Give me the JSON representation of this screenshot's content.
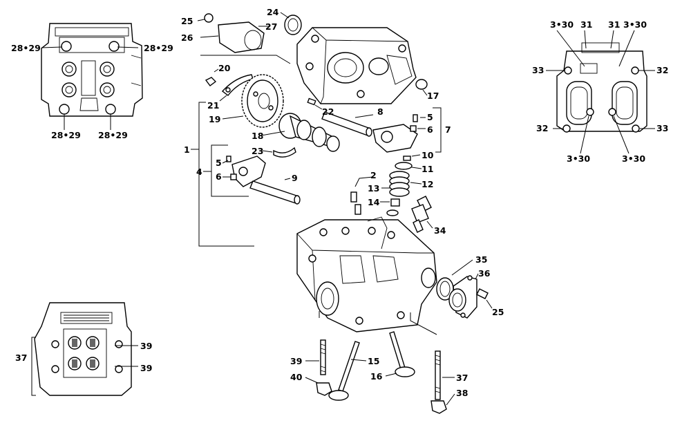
{
  "callouts": {
    "c1": "1",
    "c2": "2",
    "c4": "4",
    "c5a": "5",
    "c5b": "5",
    "c6a": "6",
    "c6b": "6",
    "c7": "7",
    "c8": "8",
    "c9": "9",
    "c10": "10",
    "c11": "11",
    "c12": "12",
    "c13": "13",
    "c14": "14",
    "c15": "15",
    "c16": "16",
    "c17": "17",
    "c18": "18",
    "c19": "19",
    "c20": "20",
    "c21": "21",
    "c22": "22",
    "c23": "23",
    "c24": "24",
    "c25a": "25",
    "c25b": "25",
    "c26": "26",
    "c27": "27",
    "c34": "34",
    "c35": "35",
    "c36": "36",
    "c37a": "37",
    "c37b": "37",
    "c38": "38",
    "c39a": "39",
    "c39b": "39",
    "c39c": "39",
    "c40": "40",
    "tl1": "28•29",
    "tl2": "28•29",
    "tl3": "28•29",
    "tl4": "28•29",
    "tr1": "3•30",
    "tr2": "3•30",
    "tr3": "3•30",
    "tr4": "3•30",
    "tr31a": "31",
    "tr31b": "31",
    "tr32a": "32",
    "tr32b": "32",
    "tr33a": "33",
    "tr33b": "33"
  },
  "colors": {
    "ink": "#000000",
    "paper": "#ffffff"
  }
}
